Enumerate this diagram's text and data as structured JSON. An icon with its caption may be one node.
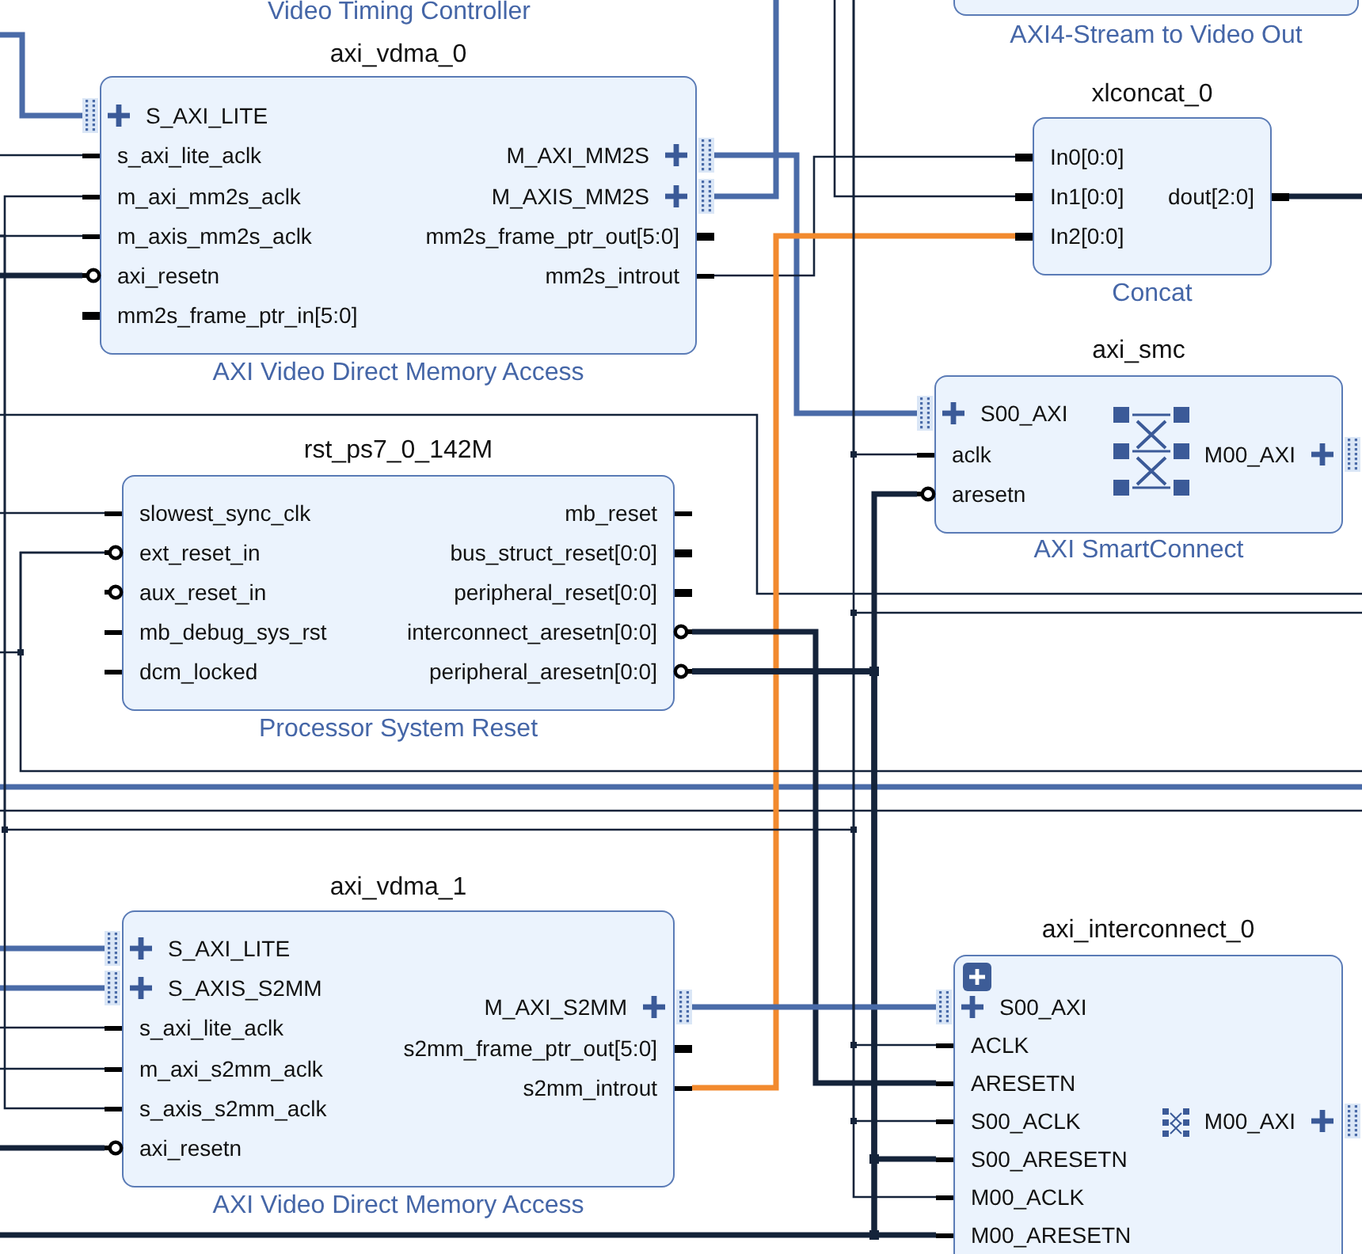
{
  "diagram": {
    "nodes": [
      {
        "text": [
          "AXI4-Stream to Video Out"
        ]
      },
      {
        "text": [
          "axi_vdma_0",
          "AXI Video Direct Memory Access"
        ]
      },
      {
        "text": [
          "S_AXI_LITE"
        ]
      },
      {
        "text": [
          "s_axi_lite_aclk"
        ]
      },
      {
        "text": [
          "m_axi_mm2s_aclk"
        ]
      },
      {
        "text": [
          "m_axis_mm2s_aclk"
        ]
      },
      {
        "text": [
          "axi_resetn"
        ]
      },
      {
        "text": [
          "mm2s_frame_ptr_in[5:0]"
        ]
      },
      {
        "text": [
          "M_AXI_MM2S"
        ]
      },
      {
        "text": [
          "M_AXIS_MM2S"
        ]
      },
      {
        "text": [
          "mm2s_frame_ptr_out[5:0]"
        ]
      },
      {
        "text": [
          "mm2s_introut"
        ]
      },
      {
        "text": [
          "xlconcat_0",
          "Concat"
        ]
      },
      {
        "text": [
          "In0[0:0]"
        ]
      },
      {
        "text": [
          "In1[0:0]"
        ]
      },
      {
        "text": [
          "In2[0:0]"
        ]
      },
      {
        "text": [
          "dout[2:0]"
        ]
      },
      {
        "text": [
          "axi_smc",
          "AXI SmartConnect"
        ]
      },
      {
        "text": [
          "S00_AXI"
        ]
      },
      {
        "text": [
          "aclk"
        ]
      },
      {
        "text": [
          "aresetn"
        ]
      },
      {
        "text": [
          "M00_AXI"
        ]
      },
      {
        "text": [
          "rst_ps7_0_142M",
          "Processor System Reset"
        ]
      },
      {
        "text": [
          "slowest_sync_clk"
        ]
      },
      {
        "text": [
          "ext_reset_in"
        ]
      },
      {
        "text": [
          "aux_reset_in"
        ]
      },
      {
        "text": [
          "mb_debug_sys_rst"
        ]
      },
      {
        "text": [
          "dcm_locked"
        ]
      },
      {
        "text": [
          "mb_reset"
        ]
      },
      {
        "text": [
          "bus_struct_reset[0:0]"
        ]
      },
      {
        "text": [
          "peripheral_reset[0:0]"
        ]
      },
      {
        "text": [
          "interconnect_aresetn[0:0]"
        ]
      },
      {
        "text": [
          "peripheral_aresetn[0:0]"
        ]
      },
      {
        "text": [
          "axi_vdma_1",
          "AXI Video Direct Memory Access"
        ]
      },
      {
        "text": [
          "S_AXI_LITE"
        ]
      },
      {
        "text": [
          "S_AXIS_S2MM"
        ]
      },
      {
        "text": [
          "s_axi_lite_aclk"
        ]
      },
      {
        "text": [
          "m_axi_s2mm_aclk"
        ]
      },
      {
        "text": [
          "s_axis_s2mm_aclk"
        ]
      },
      {
        "text": [
          "axi_resetn"
        ]
      },
      {
        "text": [
          "M_AXI_S2MM"
        ]
      },
      {
        "text": [
          "s2mm_frame_ptr_out[5:0]"
        ]
      },
      {
        "text": [
          "s2mm_introut"
        ]
      },
      {
        "text": [
          "axi_interconnect_0"
        ]
      },
      {
        "text": [
          "S00_AXI"
        ]
      },
      {
        "text": [
          "ACLK"
        ]
      },
      {
        "text": [
          "ARESETN"
        ]
      },
      {
        "text": [
          "S00_ACLK"
        ]
      },
      {
        "text": [
          "S00_ARESETN"
        ]
      },
      {
        "text": [
          "M00_ACLK"
        ]
      },
      {
        "text": [
          "M00_ARESETN"
        ]
      },
      {
        "text": [
          "M00_AXI"
        ]
      }
    ],
    "edges": [
      {
        "from": null,
        "to": 2,
        "arrow": "none",
        "style": "thick",
        "color": "#4a6ba8"
      },
      {
        "from": null,
        "to": 3,
        "arrow": "none"
      },
      {
        "from": null,
        "to": 4,
        "arrow": "none"
      },
      {
        "from": null,
        "to": 5,
        "arrow": "none"
      },
      {
        "from": null,
        "to": 6,
        "arrow": "none",
        "style": "thick"
      },
      {
        "from": 8,
        "to": 18,
        "arrow": "none",
        "style": "thick",
        "color": "#4a6ba8"
      },
      {
        "from": 9,
        "to": null,
        "arrow": "none",
        "style": "thick",
        "color": "#4a6ba8"
      },
      {
        "from": 11,
        "to": 13,
        "arrow": "none"
      },
      {
        "from": null,
        "to": 14,
        "arrow": "none"
      },
      {
        "from": 42,
        "to": 15,
        "arrow": "none",
        "style": "thick",
        "color": "#f28a2e"
      },
      {
        "from": 16,
        "to": null,
        "arrow": "none",
        "style": "thick"
      },
      {
        "from": null,
        "to": 19,
        "arrow": "none"
      },
      {
        "from": null,
        "to": 23,
        "arrow": "none"
      },
      {
        "from": null,
        "to": 24,
        "arrow": "none"
      },
      {
        "from": null,
        "to": 24,
        "arrow": "none"
      },
      {
        "from": 31,
        "to": 46,
        "arrow": "none",
        "style": "thick"
      },
      {
        "from": 32,
        "to": 20,
        "arrow": "none",
        "style": "thick"
      },
      {
        "from": 32,
        "to": 48,
        "arrow": "none",
        "style": "thick"
      },
      {
        "from": 32,
        "to": 50,
        "arrow": "none",
        "style": "thick"
      },
      {
        "from": 32,
        "to": null,
        "arrow": "none",
        "style": "thick"
      },
      {
        "from": null,
        "to": 34,
        "arrow": "none",
        "style": "thick",
        "color": "#4a6ba8"
      },
      {
        "from": null,
        "to": 35,
        "arrow": "none",
        "style": "thick",
        "color": "#4a6ba8"
      },
      {
        "from": null,
        "to": 36,
        "arrow": "none"
      },
      {
        "from": null,
        "to": 37,
        "arrow": "none"
      },
      {
        "from": null,
        "to": 38,
        "arrow": "none"
      },
      {
        "from": null,
        "to": 39,
        "arrow": "none",
        "style": "thick"
      },
      {
        "from": 40,
        "to": 44,
        "arrow": "none",
        "style": "thick",
        "color": "#4a6ba8"
      },
      {
        "from": null,
        "to": 45,
        "arrow": "none"
      },
      {
        "from": null,
        "to": 47,
        "arrow": "none"
      },
      {
        "from": null,
        "to": 49,
        "arrow": "none"
      }
    ],
    "labels": [
      "Video Timing Controller"
    ]
  }
}
